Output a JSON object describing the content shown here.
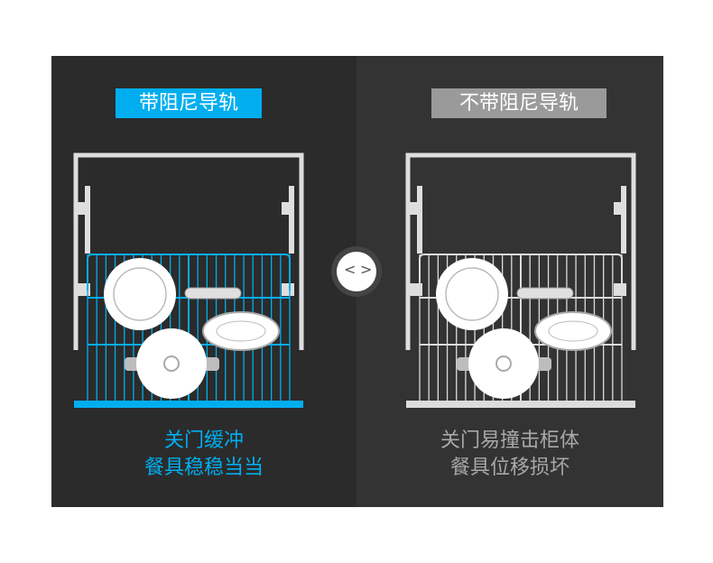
{
  "left": {
    "label": "带阻尼导轨",
    "caption": [
      "关门缓冲",
      "餐具稳稳当当"
    ],
    "color": "#00aeef"
  },
  "right": {
    "label": "不带阻尼导轨",
    "caption": [
      "关门易撞击柜体",
      "餐具位移损坏"
    ],
    "color": "#dcdcdc"
  },
  "toggle": {
    "left": "<",
    "right": ">"
  }
}
